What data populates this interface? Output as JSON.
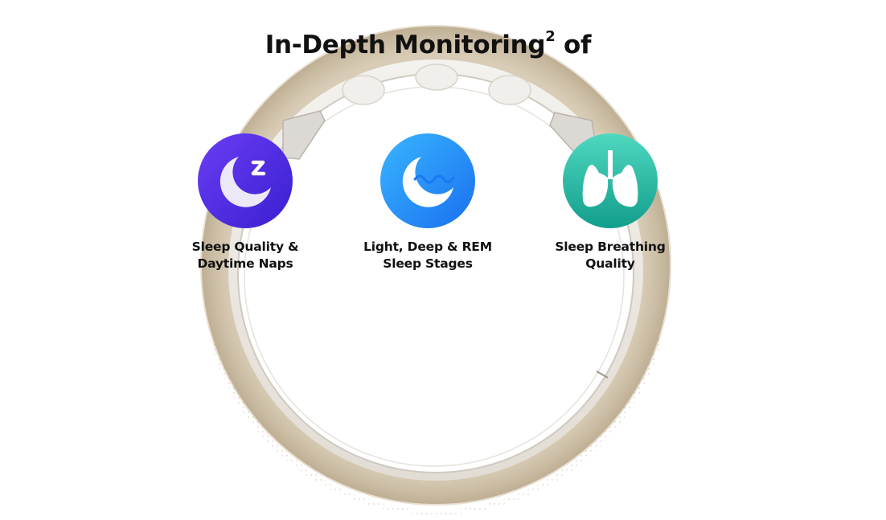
{
  "header": {
    "title": "In-Depth Monitoring",
    "superscript": "2",
    "title_suffix": "of"
  },
  "features": [
    {
      "icon": "moon-zzz-icon",
      "line1": "Sleep Quality &",
      "line2": "Daytime Naps",
      "color_from": "#6a3df5",
      "color_to": "#3a1fd0"
    },
    {
      "icon": "moon-wave-icon",
      "line1": "Light, Deep & REM",
      "line2": "Sleep Stages",
      "color_from": "#38b6ff",
      "color_to": "#1a6ff0"
    },
    {
      "icon": "lungs-icon",
      "line1": "Sleep Breathing",
      "line2": "Quality",
      "color_from": "#4fd8c0",
      "color_to": "#129e8c"
    }
  ],
  "image": {
    "subject": "smart-ring"
  }
}
